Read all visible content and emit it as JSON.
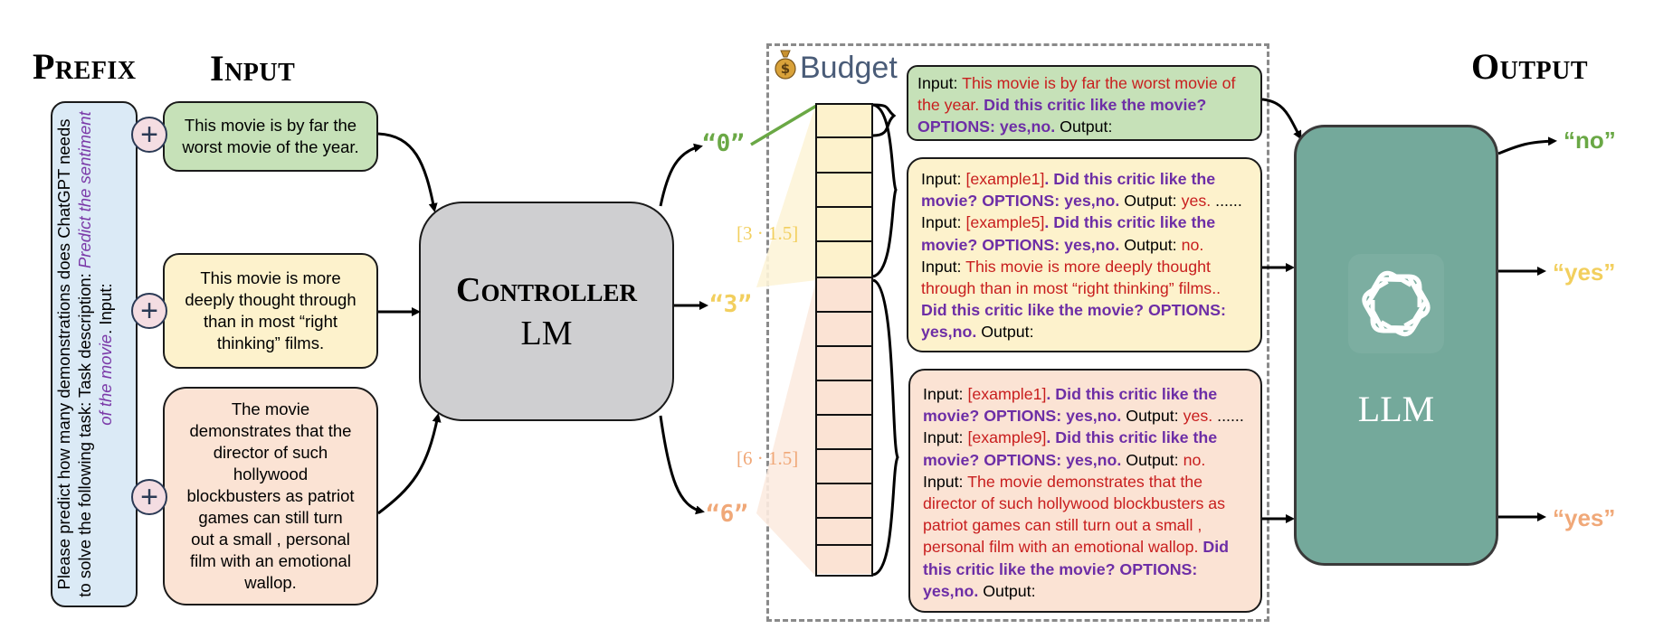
{
  "headings": {
    "prefix": "Prefix",
    "input": "Input",
    "output": "Output"
  },
  "prefix": {
    "text": "Please predict how many demonstrations does ChatGPT needs to solve the following task: Task description: ",
    "task": "Predict the sentiment of the movie",
    "tail": ". Input:"
  },
  "inputs": [
    {
      "text": "This movie is by far the worst movie of the year.",
      "color": "#c6e1b8"
    },
    {
      "text": "This movie is more deeply thought through than in most “right thinking” films.",
      "color": "#fdf2cc"
    },
    {
      "text": "The movie demonstrates that the director of such hollywood blockbusters as patriot games can still turn out a small , personal film with an emotional wallop.",
      "color": "#fbe3d4"
    }
  ],
  "controller": {
    "line1": "Controller",
    "line2": "LM"
  },
  "budget": {
    "icon": "money-bag-icon",
    "label": "Budget"
  },
  "predictions": [
    "“0”",
    "“3”",
    "“6”"
  ],
  "ranges": [
    "[3 · 1.5]",
    "[6 · 1.5]"
  ],
  "prompts": {
    "p0": {
      "input_label": "Input: ",
      "input": "This movie is by far the worst movie of the year.",
      "question": " Did this critic like the movie? OPTIONS: yes,no.",
      "output_label": " Output:"
    },
    "p3": {
      "l1": "Input: ",
      "ex1": "[example1]",
      "q": ". Did this critic like the movie? OPTIONS: yes,no.",
      "out": " Output: ",
      "yes": "yes.",
      "dots": "...... Input: ",
      "ex5": "[example5]",
      "q2": ". Did this critic like the movie? OPTIONS: yes,no.",
      "out2": " Output: ",
      "no": "no.",
      "inp": " Input: ",
      "sentence": "This movie is more deeply thought through than in most “right thinking” films..",
      "q3": " Did this critic like the movie? OPTIONS: yes,no.",
      "out3": " Output:"
    },
    "p6": {
      "l1": "Input: ",
      "ex1": "[example1]",
      "q": ". Did this critic like the movie? OPTIONS: yes,no.",
      "out": " Output: ",
      "yes": "yes.",
      "dots": "...... Input: ",
      "ex9": "[example9]",
      "q2": ". Did this critic like the movie? OPTIONS: yes,no.",
      "out2": " Output: ",
      "no": "no.",
      "inp": " Input: ",
      "sentence": "The movie demonstrates that the director of such hollywood blockbusters as patriot games can still turn out a small , personal film with an emotional wallop.",
      "q3": " Did this critic like the movie? OPTIONS: yes,no.",
      "out3": " Output:"
    }
  },
  "llm": {
    "label": "LLM",
    "icon": "openai-logo-icon"
  },
  "outputs": [
    {
      "text": "“no”",
      "color": "#6aa845"
    },
    {
      "text": "“yes”",
      "color": "#f2cf5e"
    },
    {
      "text": "“yes”",
      "color": "#f0a878"
    }
  ],
  "colors": {
    "green": "#6aa845",
    "yellow": "#f2cf5e",
    "orange": "#f0a878",
    "red_text": "#c81e1e",
    "purple_text": "#6d2ea6",
    "llm": "#74a99b",
    "controller": "#cfcfd1"
  }
}
